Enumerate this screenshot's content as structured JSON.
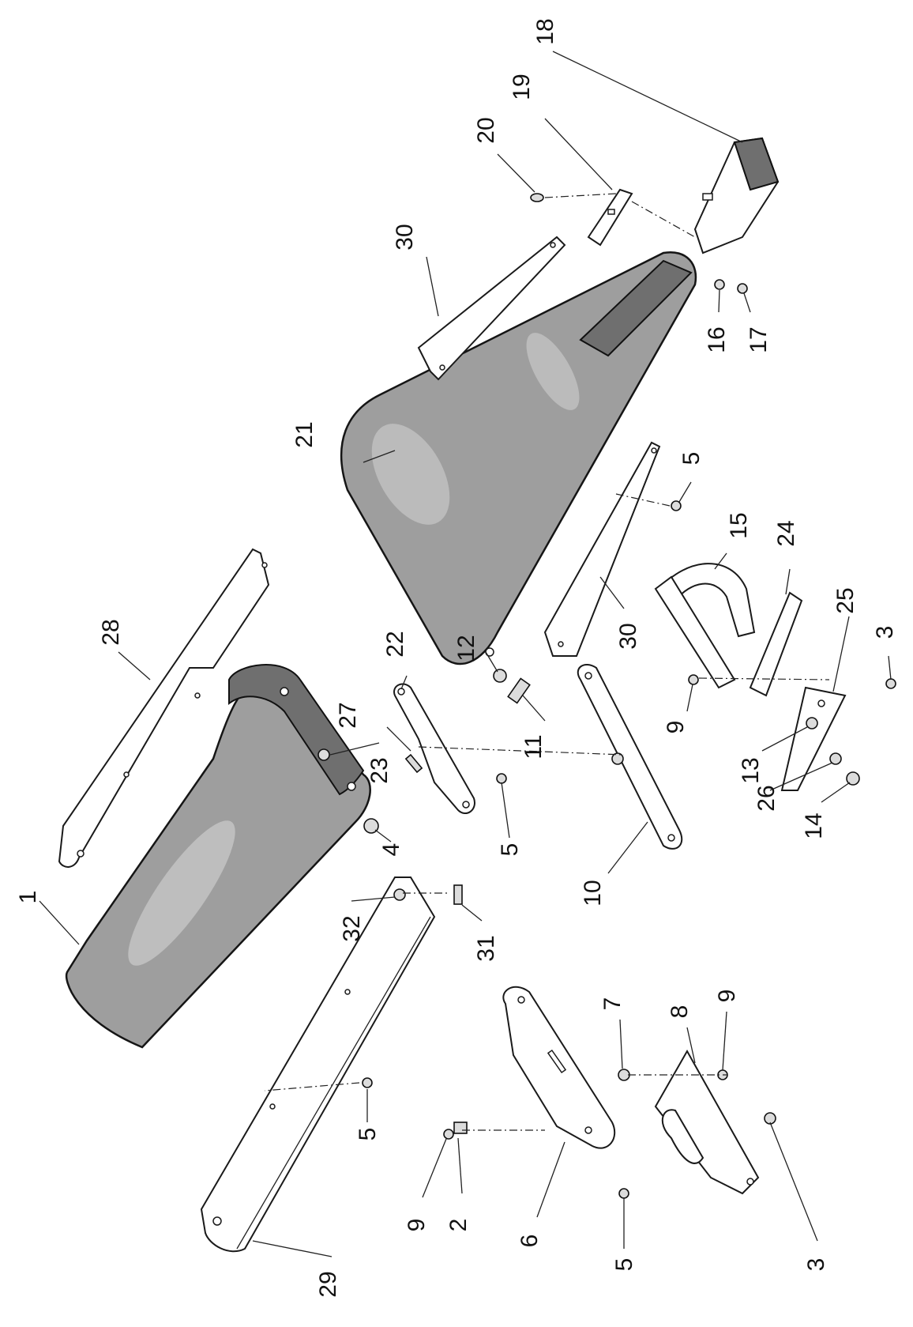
{
  "callouts": [
    {
      "id": "c1",
      "text": "1"
    },
    {
      "id": "c2",
      "text": "2"
    },
    {
      "id": "c3a",
      "text": "3"
    },
    {
      "id": "c3b",
      "text": "3"
    },
    {
      "id": "c4",
      "text": "4"
    },
    {
      "id": "c5a",
      "text": "5"
    },
    {
      "id": "c5b",
      "text": "5"
    },
    {
      "id": "c5c",
      "text": "5"
    },
    {
      "id": "c5d",
      "text": "5"
    },
    {
      "id": "c6",
      "text": "6"
    },
    {
      "id": "c7",
      "text": "7"
    },
    {
      "id": "c8",
      "text": "8"
    },
    {
      "id": "c9a",
      "text": "9"
    },
    {
      "id": "c9b",
      "text": "9"
    },
    {
      "id": "c9c",
      "text": "9"
    },
    {
      "id": "c10",
      "text": "10"
    },
    {
      "id": "c11",
      "text": "11"
    },
    {
      "id": "c12",
      "text": "12"
    },
    {
      "id": "c13",
      "text": "13"
    },
    {
      "id": "c14",
      "text": "14"
    },
    {
      "id": "c15",
      "text": "15"
    },
    {
      "id": "c16",
      "text": "16"
    },
    {
      "id": "c17",
      "text": "17"
    },
    {
      "id": "c18",
      "text": "18"
    },
    {
      "id": "c19",
      "text": "19"
    },
    {
      "id": "c20",
      "text": "20"
    },
    {
      "id": "c21",
      "text": "21"
    },
    {
      "id": "c22",
      "text": "22"
    },
    {
      "id": "c23",
      "text": "23"
    },
    {
      "id": "c24",
      "text": "24"
    },
    {
      "id": "c25",
      "text": "25"
    },
    {
      "id": "c26",
      "text": "26"
    },
    {
      "id": "c27",
      "text": "27"
    },
    {
      "id": "c28",
      "text": "28"
    },
    {
      "id": "c29",
      "text": "29"
    },
    {
      "id": "c30a",
      "text": "30"
    },
    {
      "id": "c30b",
      "text": "30"
    },
    {
      "id": "c31",
      "text": "31"
    },
    {
      "id": "c32",
      "text": "32"
    }
  ],
  "colors": {
    "shell": "#9e9e9e",
    "line": "#1a1a1a",
    "background": "#ffffff"
  }
}
